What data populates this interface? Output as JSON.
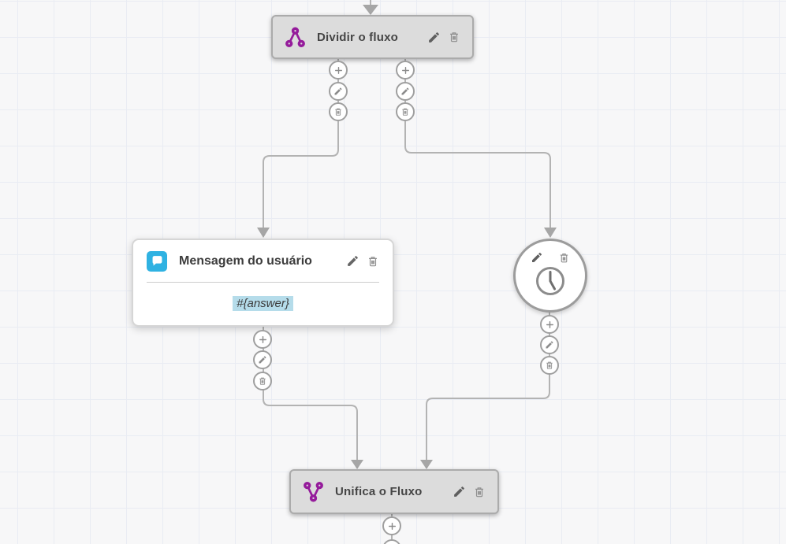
{
  "palette": {
    "background": "#f7f7f8",
    "grid_line": "#e9ecf3",
    "node_gray": "#dcdcdc",
    "node_border": "#ababab",
    "connector": "#b3b3b3",
    "arrowhead": "#a6a6a6",
    "accent_purple": "#951b9b",
    "accent_cyan": "#2fb2e2",
    "variable_highlight": "#b5dcea"
  },
  "nodes": {
    "split": {
      "title": "Dividir o fluxo",
      "icon": "split-flow-icon"
    },
    "user_message": {
      "title": "Mensagem do usuário",
      "body": "#{answer}",
      "icon": "chat-bubble-icon"
    },
    "timer": {
      "icon": "clock-icon"
    },
    "merge": {
      "title": "Unifica o Fluxo",
      "icon": "merge-flow-icon"
    }
  },
  "actions": {
    "edit": "pencil-icon",
    "delete": "trash-icon",
    "add": "plus-icon"
  }
}
